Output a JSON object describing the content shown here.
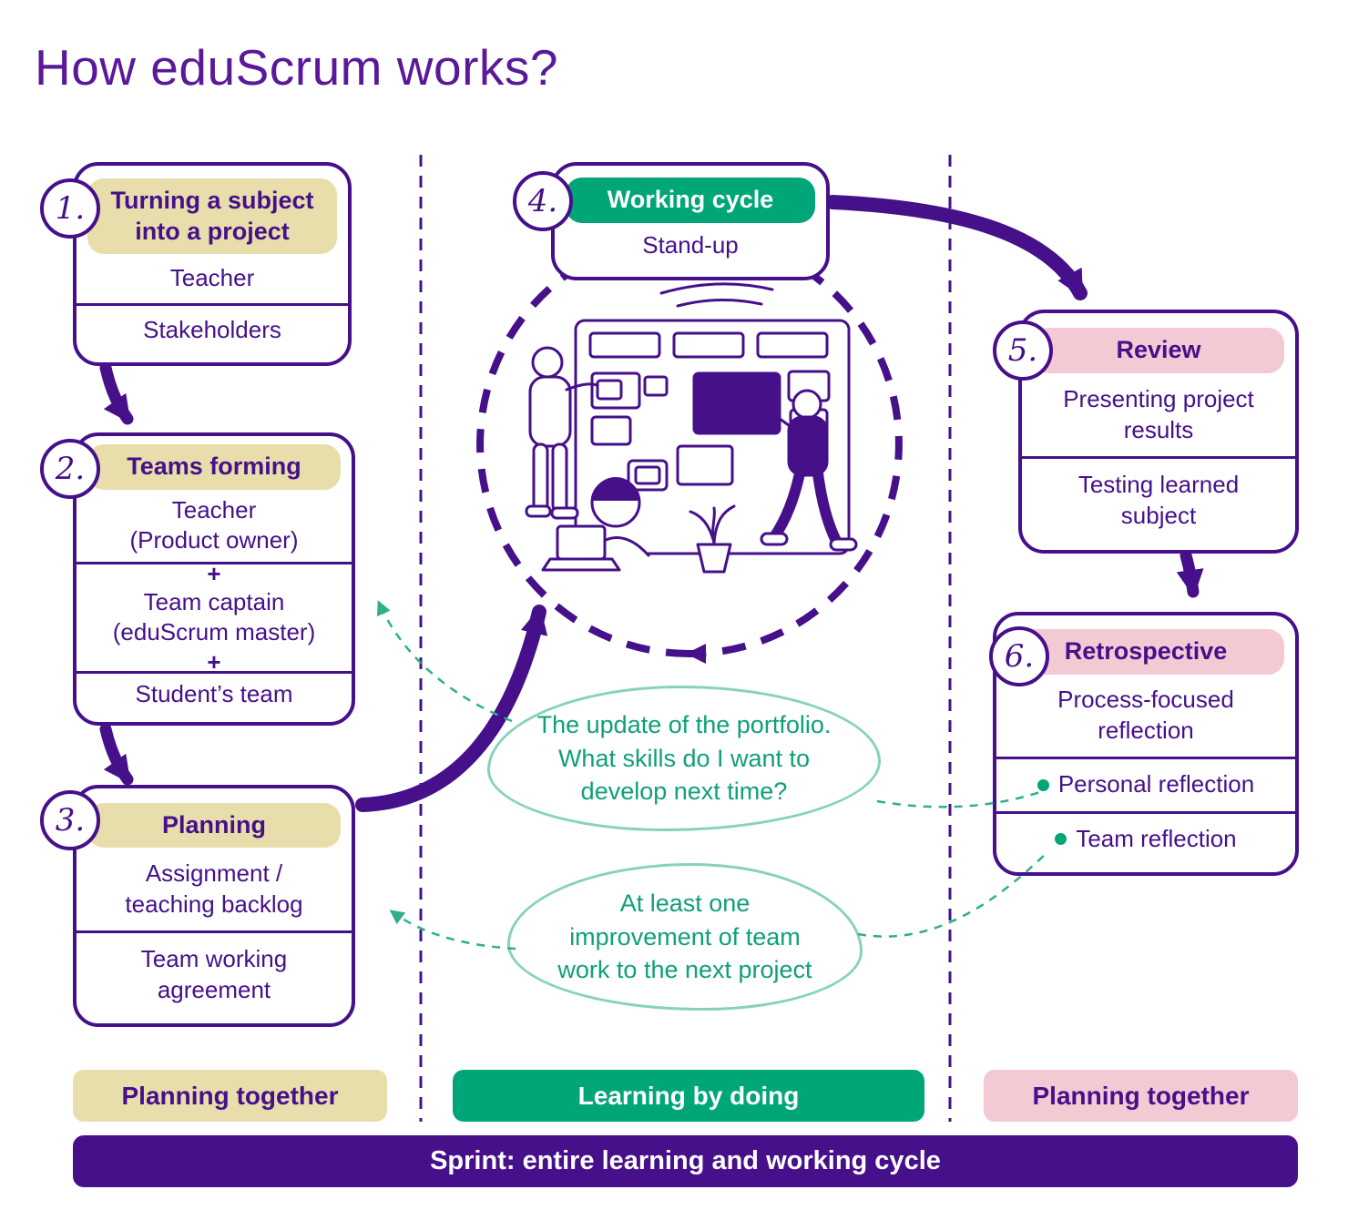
{
  "title": "How eduScrum works?",
  "steps": [
    {
      "number": "1.",
      "title": "Turning a subject\ninto a project",
      "items": [
        "Teacher",
        "Stakeholders"
      ]
    },
    {
      "number": "2.",
      "title": "Teams forming",
      "plus": "+",
      "items": [
        "Teacher\n(Product owner)",
        "Team captain\n(eduScrum master)",
        "Student’s team"
      ]
    },
    {
      "number": "3.",
      "title": "Planning",
      "items": [
        "Assignment /\nteaching backlog",
        "Team working\nagreement"
      ]
    },
    {
      "number": "4.",
      "title": "Working cycle",
      "items": [
        "Stand-up"
      ]
    },
    {
      "number": "5.",
      "title": "Review",
      "items": [
        "Presenting project\nresults",
        "Testing learned\nsubject"
      ]
    },
    {
      "number": "6.",
      "title": "Retrospective",
      "items": [
        "Process-focused\nreflection",
        "Personal reflection",
        "Team reflection"
      ]
    }
  ],
  "bubbles": [
    {
      "text": "The update of the portfolio.\nWhat skills do I want to\ndevelop next time?"
    },
    {
      "text": "At least one\nimprovement of team\nwork to the next project"
    }
  ],
  "legend": [
    {
      "label": "Planning together",
      "color": "#E8DEAB"
    },
    {
      "label": "Learning by doing",
      "color": "#00A678"
    },
    {
      "label": "Planning together",
      "color": "#F3C9D4"
    }
  ],
  "sprint_label": "Sprint: entire learning and working cycle",
  "colors": {
    "purple": "#45108A",
    "title_purple": "#5A189A",
    "tan": "#E8DEAB",
    "green": "#00A678",
    "pink": "#F3C9D4",
    "bubble_text_green": "#0FA077",
    "bubble_border_green": "#86D2BA",
    "connector_green": "#2FAE8A"
  },
  "icons": {
    "illustration": "scrum-board-team-illustration",
    "cycle": "dashed-cycle-arrows"
  }
}
